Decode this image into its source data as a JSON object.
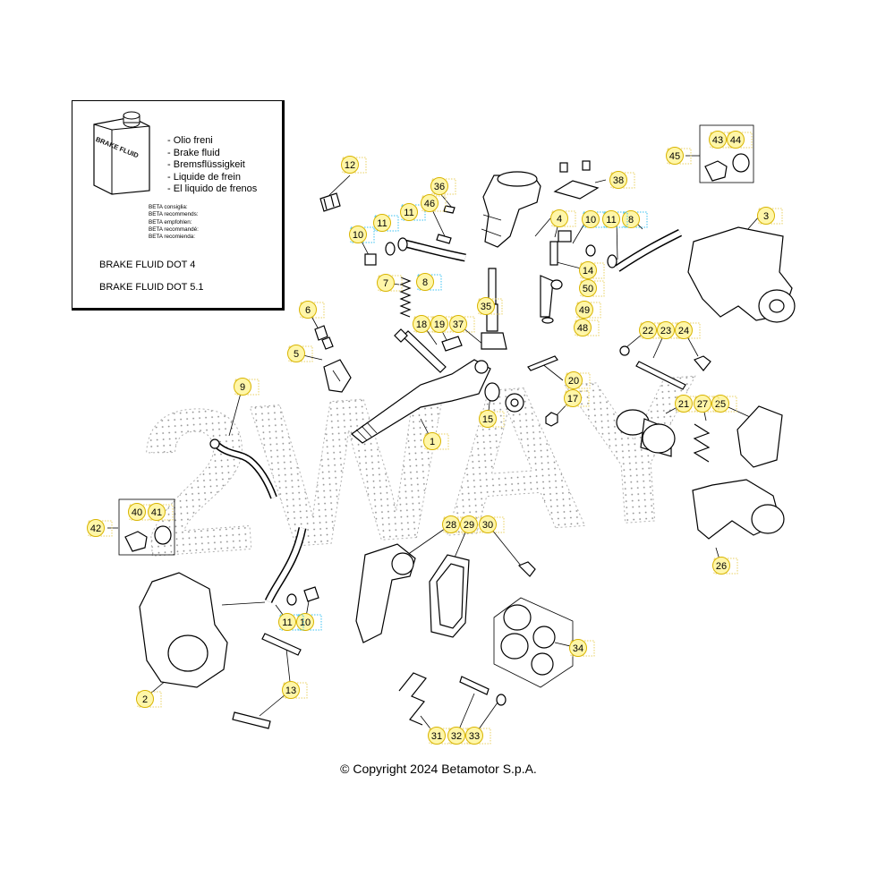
{
  "watermark": "2WAY",
  "info_box": {
    "can_label": "BRAKE FLUID",
    "fluid_names": [
      "Olio freni",
      "Brake fluid",
      "Bremsflüssigkeit",
      "Liquide de frein",
      "El liquido de frenos"
    ],
    "recommend_lines": [
      "BETA consiglia:",
      "BETA recommends:",
      "BETA empfohlen:",
      "BETA recommandé:",
      "BETA recomienda:"
    ],
    "dot4": "BRAKE FLUID DOT 4",
    "dot51": "BRAKE FLUID DOT 5.1"
  },
  "copyright": "© Copyright 2024 Betamotor S.p.A.",
  "colors": {
    "badge_fill": "#fff6a8",
    "badge_stroke": "#d8b400",
    "line": "#000000",
    "watermark": "#9a9a9a"
  },
  "callouts": [
    {
      "n": "1",
      "kind": "yellow"
    },
    {
      "n": "2",
      "kind": "yellow"
    },
    {
      "n": "3",
      "kind": "yellow"
    },
    {
      "n": "4",
      "kind": "yellow"
    },
    {
      "n": "5",
      "kind": "yellow"
    },
    {
      "n": "6",
      "kind": "yellow"
    },
    {
      "n": "7",
      "kind": "yellow"
    },
    {
      "n": "8",
      "kind": "blue"
    },
    {
      "n": "8",
      "kind": "blue"
    },
    {
      "n": "9",
      "kind": "yellow"
    },
    {
      "n": "10",
      "kind": "blue"
    },
    {
      "n": "10",
      "kind": "blue"
    },
    {
      "n": "10",
      "kind": "blue"
    },
    {
      "n": "11",
      "kind": "blue"
    },
    {
      "n": "11",
      "kind": "blue"
    },
    {
      "n": "11",
      "kind": "blue"
    },
    {
      "n": "11",
      "kind": "blue"
    },
    {
      "n": "12",
      "kind": "yellow"
    },
    {
      "n": "13",
      "kind": "yellow"
    },
    {
      "n": "14",
      "kind": "yellow"
    },
    {
      "n": "15",
      "kind": "yellow"
    },
    {
      "n": "17",
      "kind": "yellow"
    },
    {
      "n": "18",
      "kind": "yellow"
    },
    {
      "n": "19",
      "kind": "yellow"
    },
    {
      "n": "20",
      "kind": "yellow"
    },
    {
      "n": "21",
      "kind": "yellow"
    },
    {
      "n": "22",
      "kind": "yellow"
    },
    {
      "n": "23",
      "kind": "yellow"
    },
    {
      "n": "24",
      "kind": "yellow"
    },
    {
      "n": "25",
      "kind": "yellow"
    },
    {
      "n": "26",
      "kind": "yellow"
    },
    {
      "n": "27",
      "kind": "yellow"
    },
    {
      "n": "28",
      "kind": "yellow"
    },
    {
      "n": "29",
      "kind": "yellow"
    },
    {
      "n": "30",
      "kind": "yellow"
    },
    {
      "n": "31",
      "kind": "yellow"
    },
    {
      "n": "32",
      "kind": "yellow"
    },
    {
      "n": "33",
      "kind": "yellow"
    },
    {
      "n": "34",
      "kind": "yellow"
    },
    {
      "n": "35",
      "kind": "yellow"
    },
    {
      "n": "36",
      "kind": "yellow"
    },
    {
      "n": "37",
      "kind": "yellow"
    },
    {
      "n": "38",
      "kind": "yellow"
    },
    {
      "n": "40",
      "kind": "yellow"
    },
    {
      "n": "41",
      "kind": "yellow"
    },
    {
      "n": "42",
      "kind": "yellow"
    },
    {
      "n": "43",
      "kind": "yellow"
    },
    {
      "n": "44",
      "kind": "yellow"
    },
    {
      "n": "45",
      "kind": "yellow"
    },
    {
      "n": "46",
      "kind": "yellow"
    },
    {
      "n": "48",
      "kind": "yellow"
    },
    {
      "n": "49",
      "kind": "yellow"
    },
    {
      "n": "50",
      "kind": "yellow"
    }
  ]
}
